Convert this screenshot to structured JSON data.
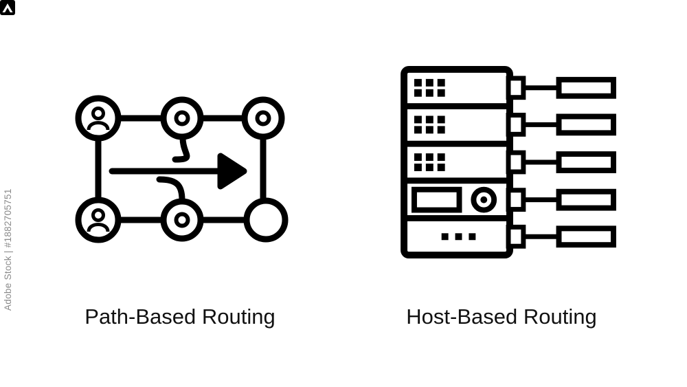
{
  "colors": {
    "background": "#ffffff",
    "icon": "#000000",
    "watermark": "#8a8a8a",
    "label_text": "#111111"
  },
  "watermark": {
    "logo_icon": "adobe-stock-logo",
    "text": "Adobe Stock | #1882705751"
  },
  "icons": [
    {
      "name": "path-based-routing-icon",
      "label": "Path-Based Routing"
    },
    {
      "name": "host-based-routing-icon",
      "label": "Host-Based Routing"
    }
  ]
}
